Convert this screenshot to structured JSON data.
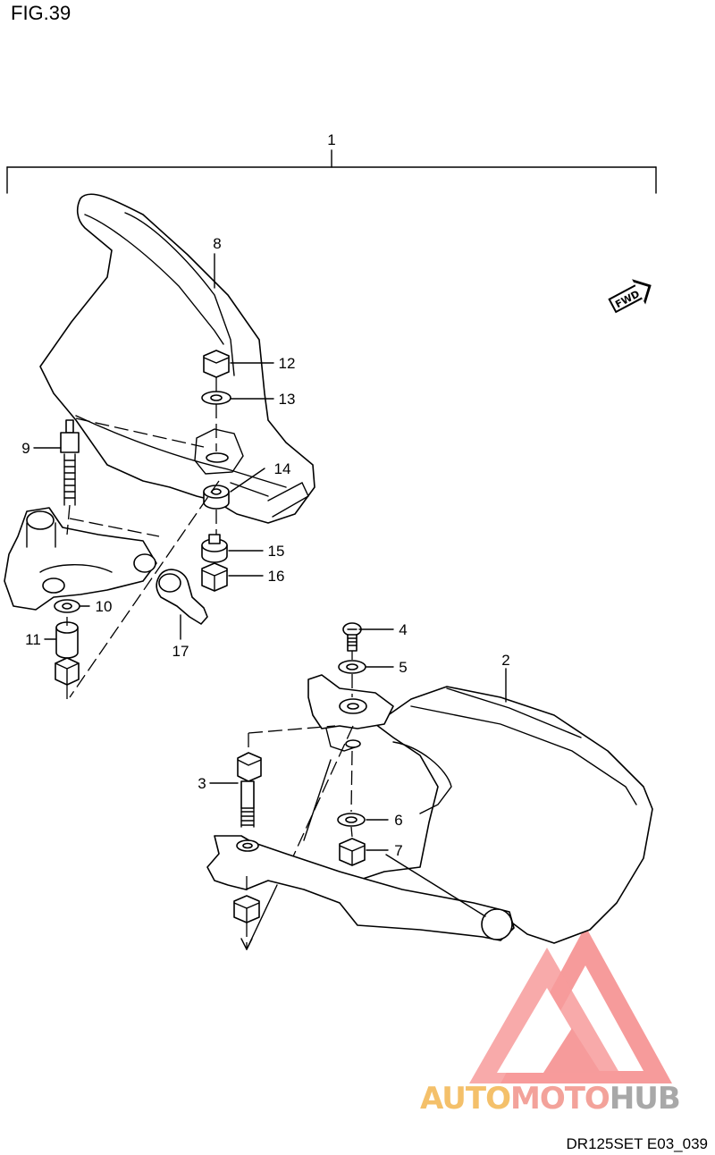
{
  "figure": {
    "title": "FIG.39",
    "code": "DR125SET E03_039"
  },
  "direction_marker": {
    "label": "FWD",
    "icon": "forward-arrow-icon"
  },
  "callouts": [
    "1",
    "2",
    "3",
    "4",
    "5",
    "6",
    "7",
    "8",
    "9",
    "10",
    "11",
    "12",
    "13",
    "14",
    "15",
    "16",
    "17"
  ],
  "watermark": {
    "word_parts": [
      "AUTO",
      "MOTO",
      "HUB"
    ],
    "colors": {
      "auto": "#f4c06a",
      "moto": "#f3a29a",
      "hub": "#a8a8a8",
      "logo": "#f47a7a"
    }
  }
}
